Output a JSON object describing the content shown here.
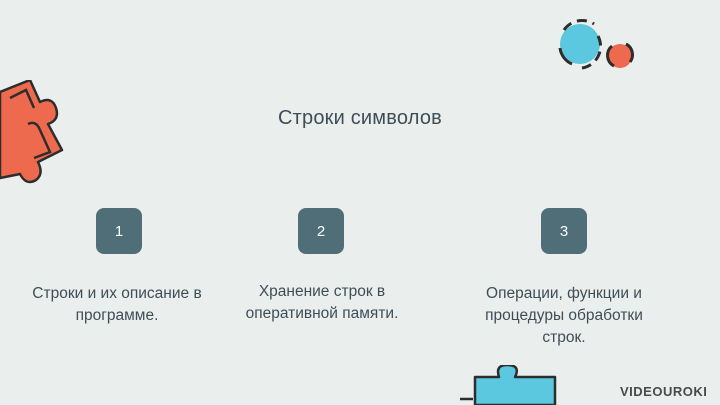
{
  "slide": {
    "title": "Строки символов",
    "steps": [
      {
        "number": "1",
        "text": "Строки и их описание в программе."
      },
      {
        "number": "2",
        "text": "Хранение строк в оперативной памяти."
      },
      {
        "number": "3",
        "text": "Операции, функции и процедуры обработки строк."
      }
    ]
  },
  "branding": {
    "logo_text": "VIDEOUROKI"
  },
  "colors": {
    "background": "#eaefed",
    "accent_teal": "#4f6e78",
    "puzzle_orange": "#ee6a4f",
    "puzzle_cyan": "#5bc8df"
  }
}
